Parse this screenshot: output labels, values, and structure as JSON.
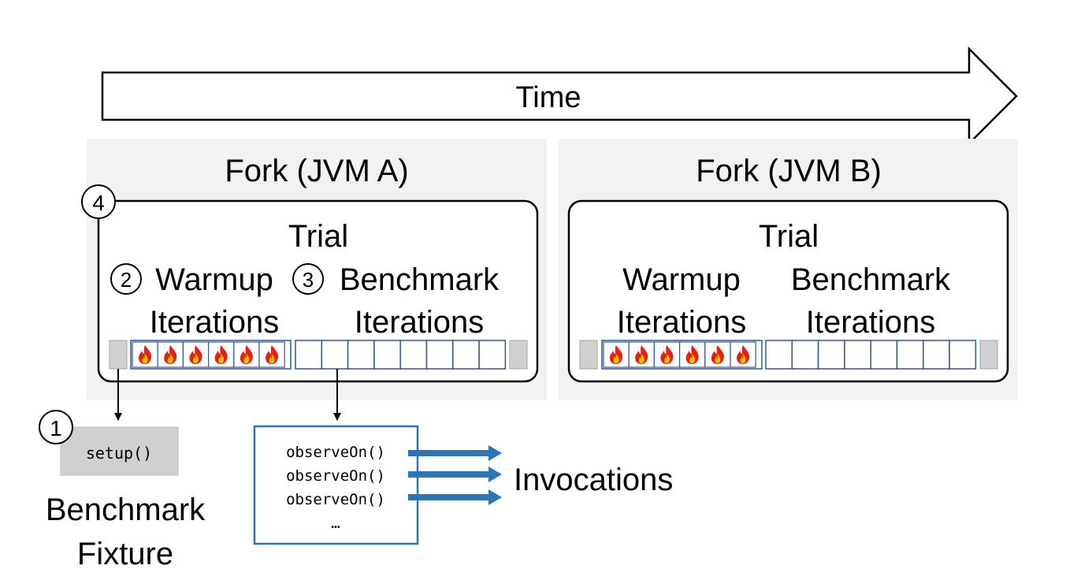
{
  "time_label": "Time",
  "forks": [
    {
      "title": "Fork (JVM A)",
      "trial": "Trial",
      "warmup": [
        "Warmup",
        "Iterations"
      ],
      "benchmark": [
        "Benchmark",
        "Iterations"
      ],
      "warmup_count": 6,
      "benchmark_count": 8
    },
    {
      "title": "Fork (JVM B)",
      "trial": "Trial",
      "warmup": [
        "Warmup",
        "Iterations"
      ],
      "benchmark": [
        "Benchmark",
        "Iterations"
      ],
      "warmup_count": 6,
      "benchmark_count": 8
    }
  ],
  "markers": {
    "fixture": "1",
    "warmup": "2",
    "benchmark": "3",
    "fork": "4"
  },
  "fixture": {
    "call": "setup()",
    "label": [
      "Benchmark",
      "Fixture"
    ]
  },
  "invocations": {
    "calls": [
      "observeOn()",
      "observeOn()",
      "observeOn()"
    ],
    "ellipsis": "…",
    "label": "Invocations"
  },
  "colors": {
    "fork_bg": "#f2f2f2",
    "cell_border": "#2f5597",
    "arrow_blue": "#2e75b6",
    "fixture_gray": "#d0d0d0",
    "flame_outer": "#e8210f",
    "flame_inner": "#ffc000"
  }
}
